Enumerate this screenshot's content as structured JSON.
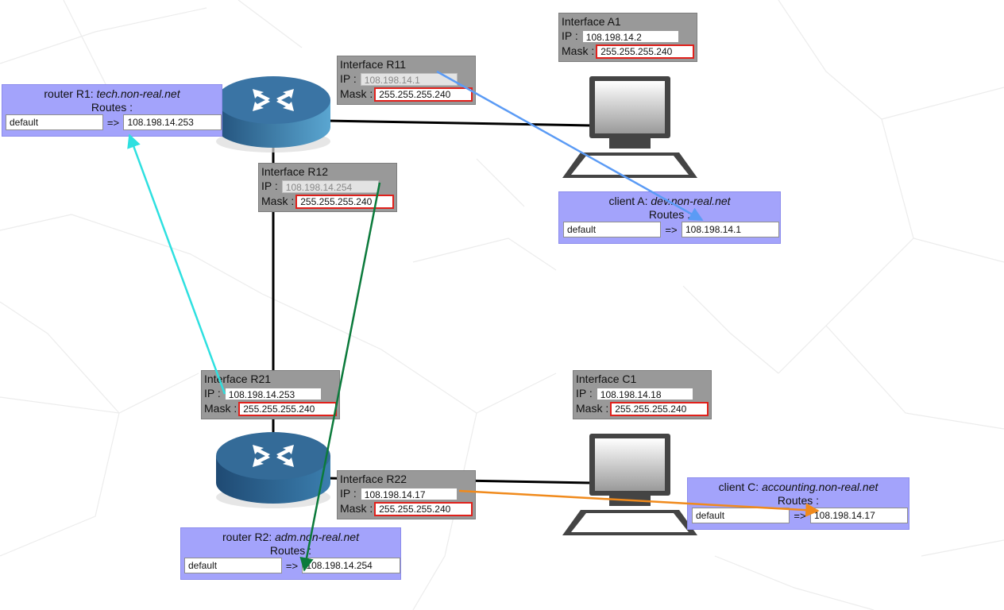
{
  "routers": {
    "r1": {
      "label_prefix": "router R1: ",
      "hostname": "tech.non-real.net",
      "routes_label": "Routes :",
      "route_dest": "default",
      "route_arrow": "=>",
      "route_gateway": "108.198.14.253"
    },
    "r2": {
      "label_prefix": "router R2: ",
      "hostname": "adm.non-real.net",
      "routes_label": "Routes :",
      "route_dest": "default",
      "route_arrow": "=>",
      "route_gateway": "108.198.14.254"
    }
  },
  "clients": {
    "a": {
      "label_prefix": "client A: ",
      "hostname": "dev.non-real.net",
      "routes_label": "Routes :",
      "route_dest": "default",
      "route_arrow": "=>",
      "route_gateway": "108.198.14.1"
    },
    "c": {
      "label_prefix": "client C: ",
      "hostname": "accounting.non-real.net",
      "routes_label": "Routes :",
      "route_dest": "default",
      "route_arrow": "=>",
      "route_gateway": "108.198.14.17"
    }
  },
  "interfaces": {
    "a1": {
      "title": "Interface A1",
      "ip_label": "IP :",
      "mask_label": "Mask :",
      "ip": "108.198.14.2",
      "mask": "255.255.255.240"
    },
    "r11": {
      "title": "Interface R11",
      "ip_label": "IP :",
      "mask_label": "Mask :",
      "ip": "108.198.14.1",
      "mask": "255.255.255.240"
    },
    "r12": {
      "title": "Interface R12",
      "ip_label": "IP :",
      "mask_label": "Mask :",
      "ip": "108.198.14.254",
      "mask": "255.255.255.240"
    },
    "r21": {
      "title": "Interface R21",
      "ip_label": "IP :",
      "mask_label": "Mask :",
      "ip": "108.198.14.253",
      "mask": "255.255.255.240"
    },
    "r22": {
      "title": "Interface R22",
      "ip_label": "IP :",
      "mask_label": "Mask :",
      "ip": "108.198.14.17",
      "mask": "255.255.255.240"
    },
    "c1": {
      "title": "Interface C1",
      "ip_label": "IP :",
      "mask_label": "Mask :",
      "ip": "108.198.14.18",
      "mask": "255.255.255.240"
    }
  },
  "colors": {
    "host_box": "#a3a3fb",
    "interface_box": "#999999",
    "highlight_border": "#e0201b",
    "arrow_r11_to_clientA": "#5b9bf5",
    "arrow_r21_to_r1": "#2ee0e0",
    "arrow_r12_to_r2": "#0b7a3b",
    "arrow_r22_to_clientC": "#f08a1c"
  },
  "icons": {
    "router": "router-icon",
    "computer": "computer-icon"
  }
}
